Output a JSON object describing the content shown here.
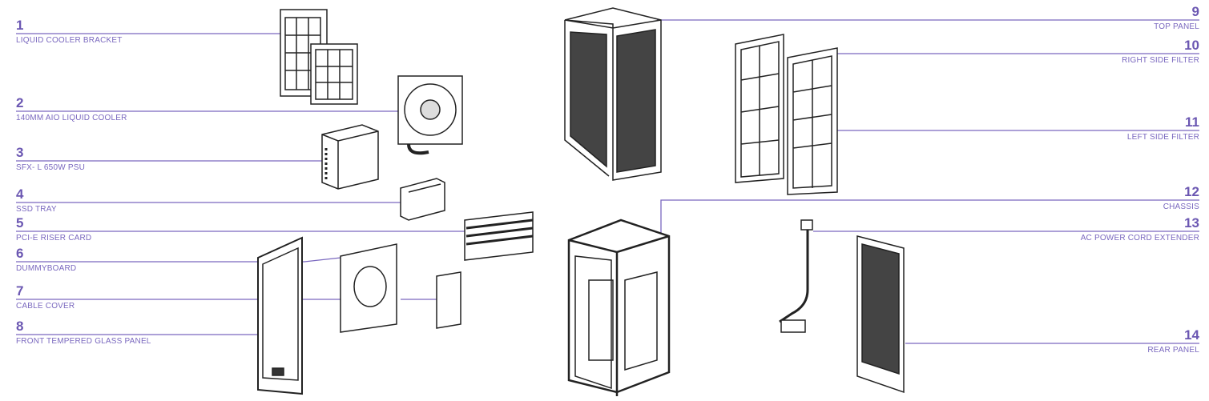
{
  "accent_color": "#7a68bf",
  "parts": [
    {
      "number": "1",
      "name": "LIQUID COOLER BRACKET"
    },
    {
      "number": "2",
      "name": "140MM AIO LIQUID COOLER"
    },
    {
      "number": "3",
      "name": "SFX- L 650W PSU"
    },
    {
      "number": "4",
      "name": "SSD TRAY"
    },
    {
      "number": "5",
      "name": "PCI-E RISER CARD"
    },
    {
      "number": "6",
      "name": "DUMMYBOARD"
    },
    {
      "number": "7",
      "name": "CABLE COVER"
    },
    {
      "number": "8",
      "name": "FRONT TEMPERED GLASS PANEL"
    },
    {
      "number": "9",
      "name": "TOP PANEL"
    },
    {
      "number": "10",
      "name": "RIGHT SIDE FILTER"
    },
    {
      "number": "11",
      "name": "LEFT SIDE FILTER"
    },
    {
      "number": "12",
      "name": "CHASSIS"
    },
    {
      "number": "13",
      "name": "AC POWER CORD EXTENDER"
    },
    {
      "number": "14",
      "name": "REAR PANEL"
    }
  ]
}
